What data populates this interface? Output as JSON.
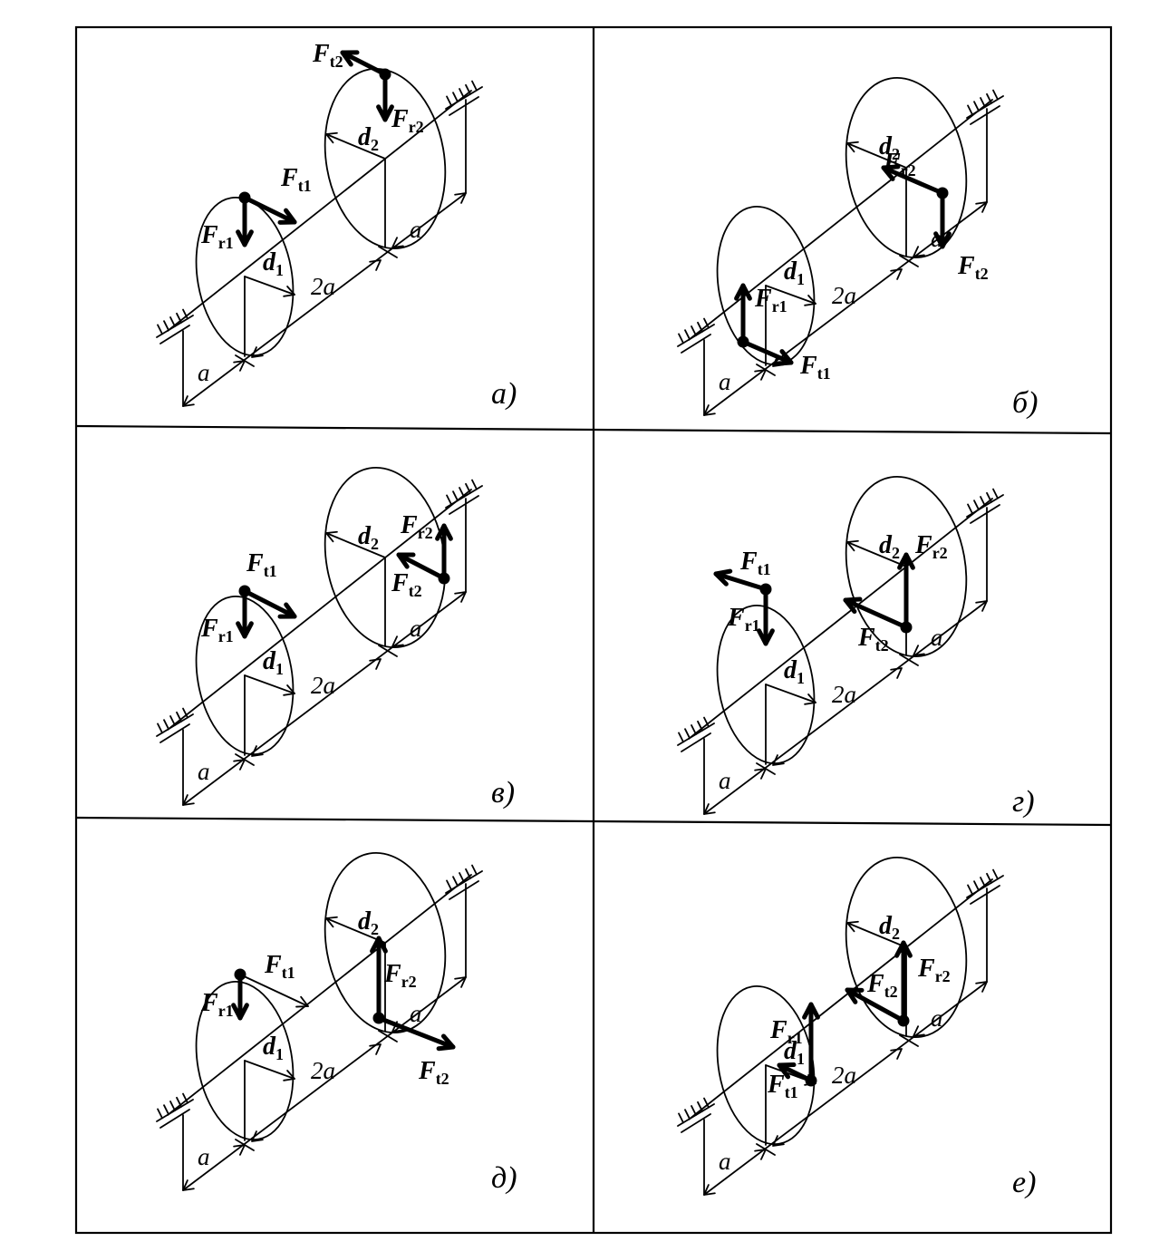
{
  "panels": [
    {
      "label": "а)",
      "dims": {
        "a_left": "a",
        "two_a": "2a",
        "a_right": "a"
      },
      "symbols": {
        "d1": {
          "base": "d",
          "sub": "1"
        },
        "d2": {
          "base": "d",
          "sub": "2"
        },
        "fr1": {
          "base": "F",
          "sub": "r1"
        },
        "ft1": {
          "base": "F",
          "sub": "t1"
        },
        "fr2": {
          "base": "F",
          "sub": "r2"
        },
        "ft2": {
          "base": "F",
          "sub": "t2"
        }
      }
    },
    {
      "label": "б)",
      "dims": {
        "a_left": "a",
        "two_a": "2a",
        "a_right": "a"
      },
      "symbols": {
        "d1": {
          "base": "d",
          "sub": "1"
        },
        "d2": {
          "base": "d",
          "sub": "2"
        },
        "fr1": {
          "base": "F",
          "sub": "r1"
        },
        "ft1": {
          "base": "F",
          "sub": "t1"
        },
        "fr2": {
          "base": "F",
          "sub": "r2"
        },
        "ft2": {
          "base": "F",
          "sub": "t2"
        }
      }
    },
    {
      "label": "в)",
      "dims": {
        "a_left": "a",
        "two_a": "2a",
        "a_right": "a"
      },
      "symbols": {
        "d1": {
          "base": "d",
          "sub": "1"
        },
        "d2": {
          "base": "d",
          "sub": "2"
        },
        "fr1": {
          "base": "F",
          "sub": "r1"
        },
        "ft1": {
          "base": "F",
          "sub": "t1"
        },
        "fr2": {
          "base": "F",
          "sub": "r2"
        },
        "ft2": {
          "base": "F",
          "sub": "t2"
        }
      }
    },
    {
      "label": "г)",
      "dims": {
        "a_left": "a",
        "two_a": "2a",
        "a_right": "a"
      },
      "symbols": {
        "d1": {
          "base": "d",
          "sub": "1"
        },
        "d2": {
          "base": "d",
          "sub": "2"
        },
        "fr1": {
          "base": "F",
          "sub": "r1"
        },
        "ft1": {
          "base": "F",
          "sub": "t1"
        },
        "fr2": {
          "base": "F",
          "sub": "r2"
        },
        "ft2": {
          "base": "F",
          "sub": "t2"
        }
      }
    },
    {
      "label": "д)",
      "dims": {
        "a_left": "a",
        "two_a": "2a",
        "a_right": "a"
      },
      "symbols": {
        "d1": {
          "base": "d",
          "sub": "1"
        },
        "d2": {
          "base": "d",
          "sub": "2"
        },
        "fr1": {
          "base": "F",
          "sub": "r1"
        },
        "ft1": {
          "base": "F",
          "sub": "t1"
        },
        "fr2": {
          "base": "F",
          "sub": "r2"
        },
        "ft2": {
          "base": "F",
          "sub": "t2"
        }
      }
    },
    {
      "label": "е)",
      "dims": {
        "a_left": "a",
        "two_a": "2a",
        "a_right": "a"
      },
      "symbols": {
        "d1": {
          "base": "d",
          "sub": "1"
        },
        "d2": {
          "base": "d",
          "sub": "2"
        },
        "fr1": {
          "base": "F",
          "sub": "r1"
        },
        "ft1": {
          "base": "F",
          "sub": "t1"
        },
        "fr2": {
          "base": "F",
          "sub": "r2"
        },
        "ft2": {
          "base": "F",
          "sub": "t2"
        }
      }
    }
  ]
}
